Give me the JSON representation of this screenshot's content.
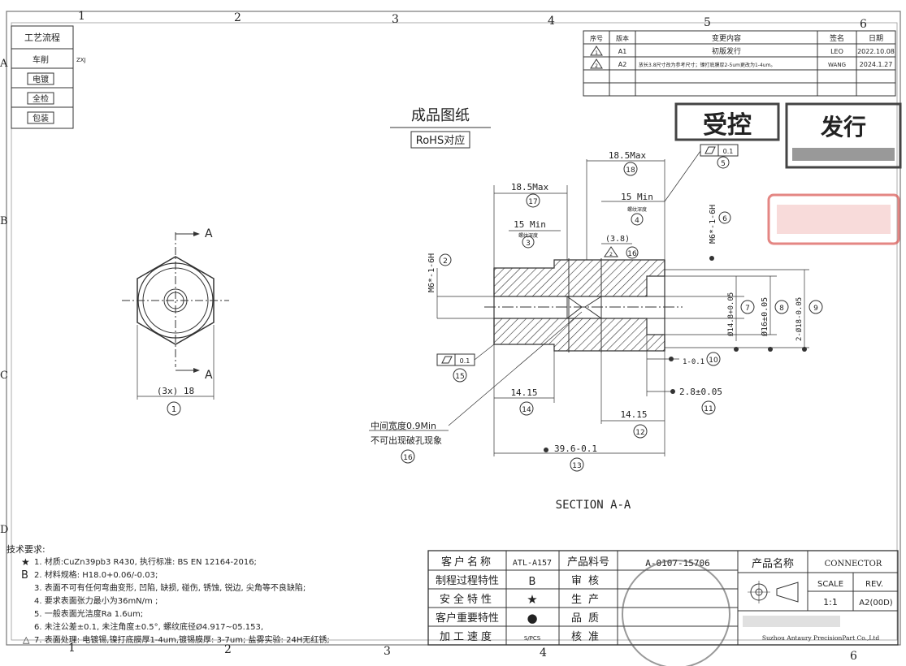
{
  "frame": {
    "col_numbers": [
      "1",
      "2",
      "3",
      "4",
      "5",
      "6"
    ],
    "row_letters": [
      "A",
      "B",
      "C",
      "D"
    ]
  },
  "process": {
    "title": "工艺流程",
    "steps": [
      "车削",
      "电镀",
      "全检",
      "包装"
    ],
    "note": "ZXJ"
  },
  "revision": {
    "headers": [
      "序号",
      "版本",
      "变更内容",
      "签名",
      "日期"
    ],
    "rows": [
      {
        "no": "1",
        "ver": "A1",
        "change": "初版发行",
        "sign": "LEO",
        "date": "2022.10.08"
      },
      {
        "no": "2",
        "ver": "A2",
        "change": "放长3.8尺寸改为参考尺寸；镍打底膜厚2-5um更改为1-4um。",
        "sign": "WANG",
        "date": "2024.1.27"
      }
    ]
  },
  "stamps": {
    "controlled": "受控",
    "issued": "发行"
  },
  "drawing": {
    "title": "成品图纸",
    "rohs": "RoHS对应",
    "section_label": "SECTION A-A",
    "section_mark": "A",
    "front_view": {
      "dim": "(3x) 18",
      "balloon": "1"
    },
    "dims": {
      "d17": "18.5Max",
      "b17": "17",
      "d18": "18.5Max",
      "b18": "18",
      "d3": "15 Min",
      "d3_sub": "螺纹深度",
      "b3": "3",
      "d4": "15 Min",
      "d4_sub": "螺纹深度",
      "b4": "4",
      "d38": "(3.8)",
      "b16a": "16",
      "tri_num": "2",
      "thread_left": "M6*-1-6H",
      "b2": "2",
      "thread_right": "M6*-1-6H",
      "b6": "6",
      "flat": "0.1",
      "b5": "5",
      "b15": "15",
      "dia7": "Ø14.8+0.05",
      "b7": "7",
      "dia8": "Ø16±0.05",
      "b8": "8",
      "dia9": "2-Ø18-0.05",
      "b9": "9",
      "d10": "1-0.1",
      "b10": "10",
      "d11": "2.8±0.05",
      "b11": "11",
      "d14": "14.15",
      "b14": "14",
      "d12": "14.15",
      "b12": "12",
      "d13": "39.6-0.1",
      "b13": "13",
      "note16_1": "中间宽度0.9Min",
      "note16_2": "不可出现破孔现象",
      "b16": "16"
    }
  },
  "tech_requirements": {
    "title": "技术要求:",
    "items": [
      "1. 材质:CuZn39pb3 R430, 执行标准: BS EN 12164-2016;",
      "2. 材料规格: H18.0+0.06/-0.03;",
      "3. 表面不可有任何弯曲变形, 凹陷, 缺损, 碰伤, 锈蚀, 锐边, 尖角等不良缺陷;",
      "4. 要求表面张力最小为36mN/m ;",
      "5. 一般表面光洁度Ra 1.6um;",
      "6. 未注公差±0.1, 未注角度±0.5°, 螺纹底径Ø4.917~05.153,",
      "7. 表面处理: 电镀锡,镍打底膜厚1-4um,镀锡膜厚: 3-7um; 盐雾实验: 24H无红锈;"
    ],
    "markers": {
      "item1": "★",
      "item2": "B",
      "item7": "△"
    }
  },
  "title_block": {
    "customer_label": "客户名称",
    "customer": "ATL-A157",
    "part_no_label": "产品料号",
    "part_no": "A-0107-15706",
    "part_name_label": "产品名称",
    "part_name": "CONNECTOR",
    "process_label": "制程过程特性",
    "process_val": "B",
    "review_label": "审核",
    "safety_label": "安全特性",
    "safety_val": "★",
    "production_label": "生产",
    "key_label": "客户重要特性",
    "key_val": "●",
    "quality_label": "品质",
    "speed_label": "加工速度",
    "speed_val": "S/PCS",
    "approve_label": "核准",
    "scale_label": "SCALE",
    "scale": "1:1",
    "rev_label": "REV.",
    "rev": "A2(00D)",
    "company": "Suzhou Antaury PrecisionPart Co.,Ltd"
  },
  "colors": {
    "ink": "#222222",
    "stamp_red": "#d9534f",
    "paper": "#ffffff"
  }
}
